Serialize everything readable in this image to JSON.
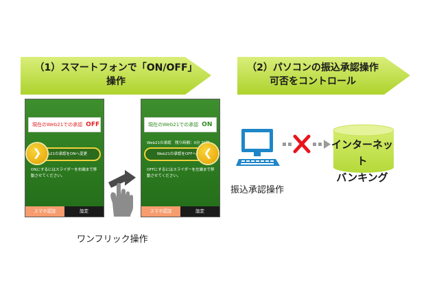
{
  "step1": {
    "line1": "（1）スマートフォンで「ON/OFF」",
    "line2": "操作",
    "color": "#c2e04a"
  },
  "step2": {
    "line1": "（2）パソコンの振込承認操作",
    "line2": "可否をコントロール",
    "color": "#c2e04a"
  },
  "phone_off": {
    "status_label": "現在のWeb21での承認",
    "status_value": "OFF",
    "status_value_color": "#e21e1e",
    "slider_label": "Web21の承認をONへ変更",
    "instruction": "ONにするにはスライダーを右端まで移動させてください。",
    "tabs": [
      "スマホ認証",
      "設定"
    ]
  },
  "phone_on": {
    "status_label": "現在のWeb21での承認",
    "status_value": "ON",
    "status_value_color": "#2d8a1f",
    "hint": "Web21の承認　残り時間：0分 29秒",
    "slider_label": "Web21の承認をOFFへ変更",
    "instruction": "OFFにするにはスライダーを左端まで移動させてください。",
    "tabs": [
      "スマホ認証",
      "設定"
    ]
  },
  "caption_flick": "ワンフリック操作",
  "caption_pc": "振込承認操作",
  "internet_banking": {
    "line1": "インターネット",
    "line2": "バンキング",
    "color": "#c2e04a"
  },
  "icons": [
    "hand-swipe-icon",
    "computer-icon",
    "block-x-icon",
    "cylinder-icon"
  ],
  "colors": {
    "phone_green": "#2f7d22",
    "pc_blue": "#1e86c8",
    "cross_red": "#e8141b",
    "dots_gray": "#9a9a9a"
  }
}
